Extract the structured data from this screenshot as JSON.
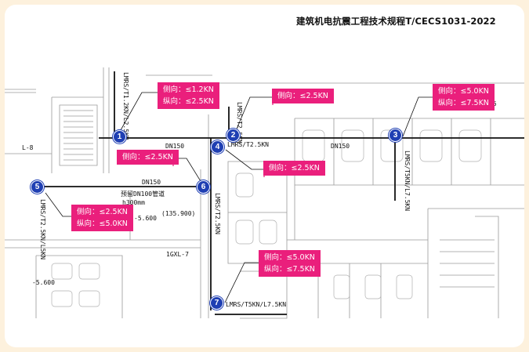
{
  "title": "建筑机电抗震工程技术规程T/CECS1031-2022",
  "callouts": [
    {
      "id": "c1",
      "lines": [
        "侧向：≤1.2KN",
        "纵向：≤2.5KN"
      ]
    },
    {
      "id": "c2",
      "lines": [
        "侧向：≤2.5KN"
      ]
    },
    {
      "id": "c3",
      "lines": [
        "侧向：≤5.0KN",
        "纵向：≤7.5KN"
      ]
    },
    {
      "id": "c4",
      "lines": [
        "侧向：≤2.5KN"
      ]
    },
    {
      "id": "c5",
      "lines": [
        "侧向：≤2.5KN"
      ]
    },
    {
      "id": "c6",
      "lines": [
        "侧向：≤2.5KN",
        "纵向：≤5.0KN"
      ]
    },
    {
      "id": "c7",
      "lines": [
        "侧向：≤5.0KN",
        "纵向：≤7.5KN"
      ]
    }
  ],
  "nodes": [
    "1",
    "2",
    "3",
    "4",
    "5",
    "6",
    "7"
  ],
  "drawing_labels": {
    "lmrs1": "LMRS/T1.2KN/L2.5KN",
    "lmrs2": "LMRS/T2.5KN",
    "lmrs3": "LMRS/T5KN/L7.5KN",
    "lmrs4": "LMRS/T2.5KN",
    "lmrs5": "LMRS/T2.5KN/L5KN",
    "lmrs6": "LMRS/T2.5KN",
    "lmrs7": "LMRS/T5KN/L7.5KN",
    "dn150a": "DN150",
    "dn150b": "DN150",
    "dn150c": "DN150",
    "dn100": "预留DN100管道",
    "h300": "h300mm",
    "elev1": "-5.600",
    "elev2": "(135.900)",
    "elev3": "-5.600",
    "gxl": "1GXL-7",
    "l8": "L-8",
    "axis5": "-5"
  }
}
